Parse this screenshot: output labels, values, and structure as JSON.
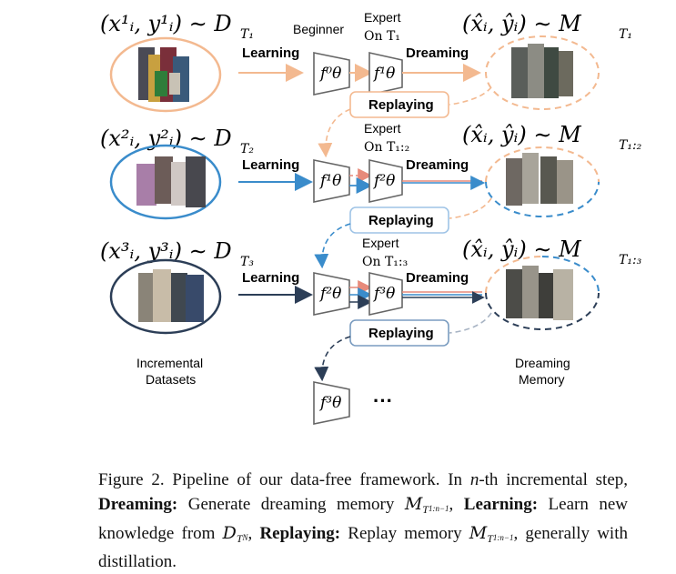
{
  "diagram": {
    "rows": [
      {
        "data_label": "(x¹ᵢ, y¹ᵢ) ∼ D",
        "data_sub": "T₁",
        "model_label_top": "Beginner",
        "model_from": "f⁰θ",
        "expert_line1": "Expert",
        "expert_line2": "On T₁",
        "model_to": "f¹θ",
        "memory_label": "(x̂ᵢ, ŷᵢ) ∼ M",
        "memory_sub": "T₁",
        "replay_label": "Replaying"
      },
      {
        "data_label": "(x²ᵢ, y²ᵢ) ∼ D",
        "data_sub": "T₂",
        "model_from": "f¹θ",
        "expert_line1": "Expert",
        "expert_line2": "On T₁:₂",
        "model_to": "f²θ",
        "memory_label": "(x̂ᵢ, ŷᵢ) ∼ M",
        "memory_sub": "T₁:₂",
        "replay_label": "Replaying"
      },
      {
        "data_label": "(x³ᵢ, y³ᵢ) ∼ D",
        "data_sub": "T₃",
        "model_from": "f²θ",
        "expert_line1": "Expert",
        "expert_line2": "On T₁:₃",
        "model_to": "f³θ",
        "memory_label": "(x̂ᵢ, ŷᵢ) ∼ M",
        "memory_sub": "T₁:₃",
        "replay_label": "Replaying"
      }
    ],
    "learning_label": "Learning",
    "dreaming_label": "Dreaming",
    "final_model": "f³θ",
    "ellipsis": "···",
    "incremental_datasets_line1": "Incremental",
    "incremental_datasets_line2": "Datasets",
    "dreaming_memory_line1": "Dreaming",
    "dreaming_memory_line2": "Memory",
    "colors": {
      "row1": "#f3b990",
      "row2": "#3a8ccb",
      "row3": "#2c3e57",
      "replay_box_1": "#f3b990",
      "replay_box_2": "#9fc4e6",
      "replay_box_3": "#7a9cc0"
    }
  },
  "caption": {
    "figure_label": "Figure 2.",
    "text_1": " Pipeline of our data-free framework. In ",
    "n_italic": "n",
    "text_2": "-th incremental step, ",
    "dreaming_bold": "Dreaming:",
    "text_3": " Generate dreaming memory ",
    "memory_sym": "M",
    "memory_sub": "T",
    "memory_subsub": "1:n−1",
    "text_4": ", ",
    "learning_bold": "Learning:",
    "text_5": " Learn new knowledge from ",
    "data_sym": "D",
    "data_sub": "T",
    "data_subsub": "N",
    "text_6": ", ",
    "replaying_bold": "Replaying:",
    "text_7": " Replay memory ",
    "memory2_sym": "M",
    "memory2_sub": "T",
    "memory2_subsub": "1:n−1",
    "text_8": ", generally with distillation."
  }
}
